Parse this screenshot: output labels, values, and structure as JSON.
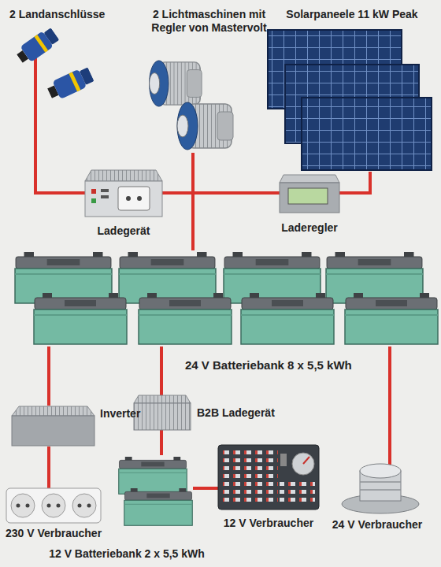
{
  "diagram": {
    "nodes": [
      {
        "text": [
          "2 Landanschlüsse"
        ]
      },
      {
        "text": [
          "2 Lichtmaschinen mit Regler von Mastervolt"
        ]
      },
      {
        "text": [
          "Solarpaneele 11 kW Peak"
        ]
      },
      {
        "text": [
          "Ladegerät"
        ]
      },
      {
        "text": [
          "Laderegler"
        ]
      },
      {
        "text": [
          "24 V Batteriebank 8 x 5,5 kWh"
        ]
      },
      {
        "text": [
          "Inverter"
        ]
      },
      {
        "text": [
          "B2B Ladegerät"
        ]
      },
      {
        "text": [
          "12 V Verbraucher"
        ]
      },
      {
        "text": [
          "24 V Verbraucher"
        ]
      },
      {
        "text": [
          "230 V Verbraucher"
        ]
      },
      {
        "text": [
          "12 V Batteriebank 2 x 5,5 kWh"
        ]
      }
    ],
    "edges": [
      {
        "from": 0,
        "to": 3,
        "arrow": "none"
      },
      {
        "from": 3,
        "to": 5,
        "arrow": "none"
      },
      {
        "from": 1,
        "to": 5,
        "arrow": "none"
      },
      {
        "from": 2,
        "to": 4,
        "arrow": "none"
      },
      {
        "from": 4,
        "to": 5,
        "arrow": "none"
      },
      {
        "from": 5,
        "to": 6,
        "arrow": "none"
      },
      {
        "from": 5,
        "to": 7,
        "arrow": "none"
      },
      {
        "from": 5,
        "to": 9,
        "arrow": "none"
      },
      {
        "from": 6,
        "to": 10,
        "arrow": "none"
      },
      {
        "from": 7,
        "to": 11,
        "arrow": "none"
      },
      {
        "from": 11,
        "to": 8,
        "arrow": "none"
      }
    ]
  }
}
